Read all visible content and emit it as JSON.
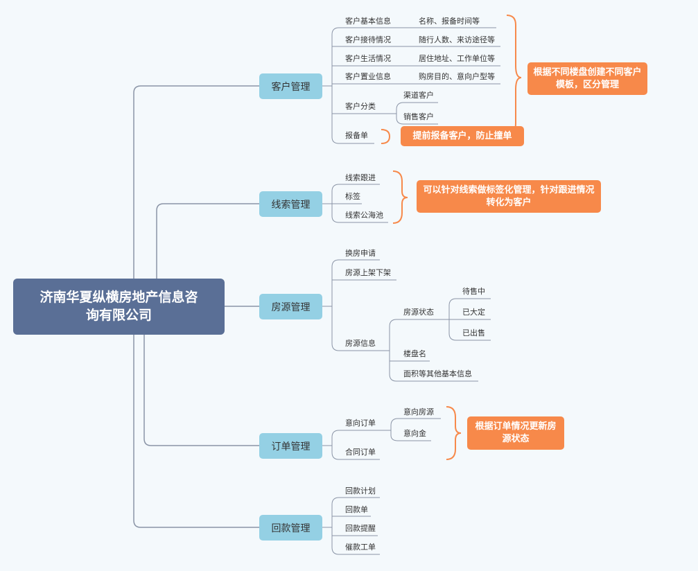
{
  "root": {
    "title": "济南华夏纵横房地产信息咨询有限公司"
  },
  "colors": {
    "background": "#f4f9fc",
    "root": "#5a6f96",
    "branch": "#94d0e4",
    "note": "#f7894a",
    "line": "#8a94a6"
  },
  "branches": {
    "customer": {
      "label": "客户管理",
      "items": [
        "客户基本信息",
        "客户接待情况",
        "客户生活情况",
        "客户置业信息",
        "客户分类",
        "报备单"
      ],
      "details": [
        "名称、报备时间等",
        "随行人数、来访途径等",
        "居住地址、工作单位等",
        "购房目的、意向户型等"
      ],
      "categories": [
        "渠道客户",
        "销售客户"
      ],
      "note_template": "根据不同楼盘创建不同客户模板，区分管理",
      "note_report": "提前报备客户，防止撞单"
    },
    "leads": {
      "label": "线索管理",
      "items": [
        "线索跟进",
        "标签",
        "线索公海池"
      ],
      "note": "可以针对线索做标签化管理，针对跟进情况转化为客户"
    },
    "property": {
      "label": "房源管理",
      "items": [
        "换房申请",
        "房源上架下架",
        "房源信息"
      ],
      "info": [
        "房源状态",
        "楼盘名",
        "面积等其他基本信息"
      ],
      "statuses": [
        "待售中",
        "已大定",
        "已出售"
      ]
    },
    "orders": {
      "label": "订单管理",
      "items": [
        "意向订单",
        "合同订单"
      ],
      "intent": [
        "意向房源",
        "意向金"
      ],
      "note": "根据订单情况更新房源状态"
    },
    "payment": {
      "label": "回款管理",
      "items": [
        "回款计划",
        "回款单",
        "回款提醒",
        "催款工单"
      ]
    }
  }
}
